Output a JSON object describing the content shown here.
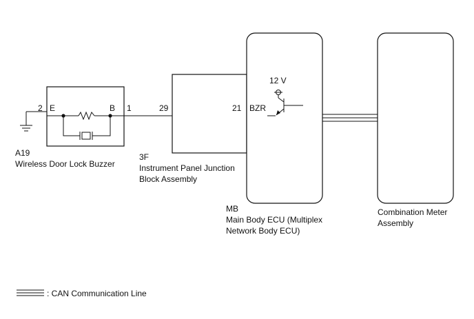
{
  "buzzer": {
    "connector": "A19",
    "name": "Wireless Door Lock Buzzer",
    "pin_e_number": "2",
    "pin_e_label": "E",
    "pin_b_label": "B",
    "pin_b_number": "1"
  },
  "junction_block": {
    "connector": "3F",
    "name_line1": "Instrument Panel Junction",
    "name_line2": "Block Assembly",
    "pin_number": "29"
  },
  "body_ecu": {
    "connector": "MB",
    "name_line1": "Main Body ECU (Multiplex",
    "name_line2": "Network Body ECU)",
    "pin_number": "21",
    "pin_label": "BZR",
    "supply_voltage": "12 V"
  },
  "combination_meter": {
    "name_line1": "Combination Meter",
    "name_line2": "Assembly"
  },
  "legend": {
    "can_line_label": ": CAN Communication Line"
  }
}
